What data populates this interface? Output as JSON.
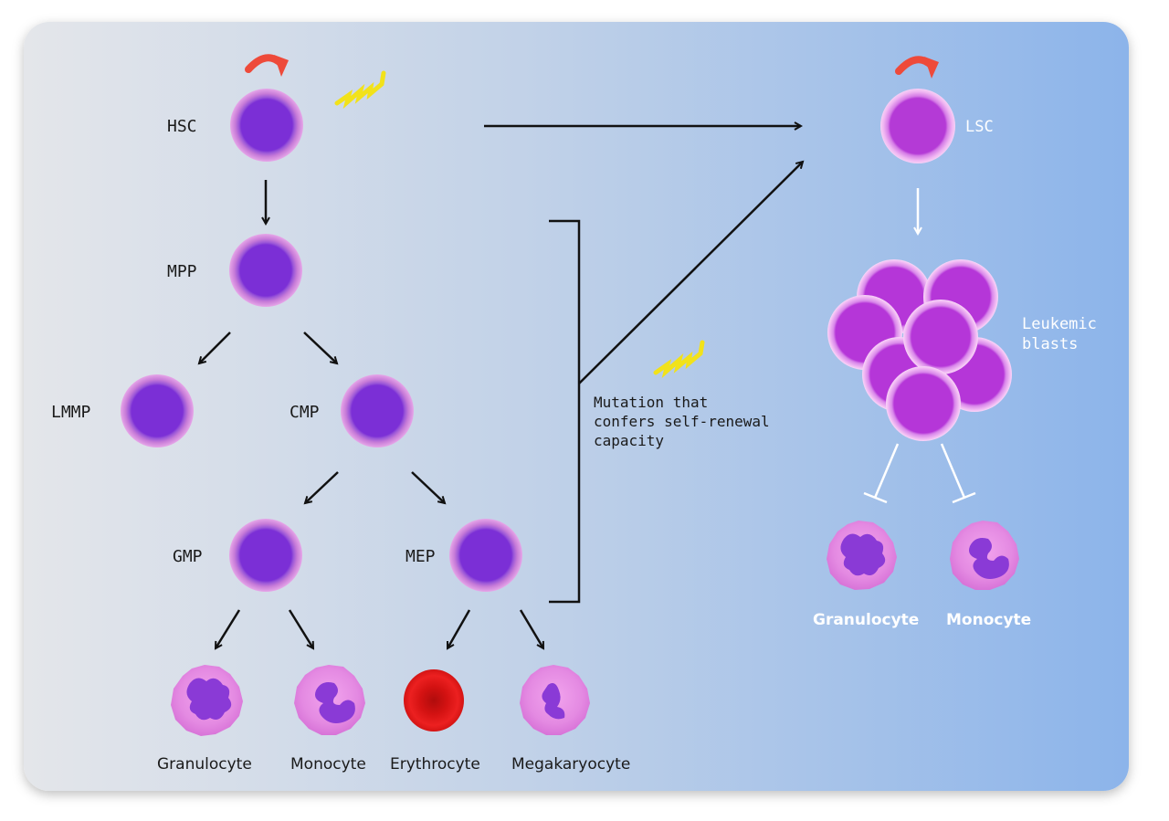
{
  "normal_hierarchy": {
    "hsc": "HSC",
    "mpp": "MPP",
    "lmmp": "LMMP",
    "cmp": "CMP",
    "gmp": "GMP",
    "mep": "MEP",
    "granulocyte": "Granulocyte",
    "monocyte": "Monocyte",
    "erythrocyte": "Erythrocyte",
    "megakaryocyte": "Megakaryocyte"
  },
  "mutation_note": [
    "Mutation that",
    "confers self-renewal",
    "capacity"
  ],
  "leukemic_hierarchy": {
    "lsc": "LSC",
    "blasts": [
      "Leukemic",
      "blasts"
    ],
    "granulocyte": "Granulocyte",
    "monocyte": "Monocyte"
  },
  "colors": {
    "cell_nucleus": "#7b2fd6",
    "lsc_nucleus": "#b43ad6",
    "renewal_arrow": "#ee4a3a",
    "mutation_bolt": "#f2e21a",
    "erythrocyte": "#e01616"
  },
  "icons": [
    "self-renewal-arrow-icon",
    "mutation-bolt-icon"
  ]
}
